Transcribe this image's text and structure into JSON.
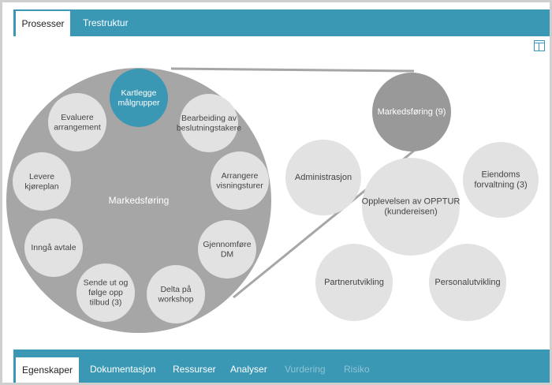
{
  "top_tabs": [
    {
      "label": "Prosesser",
      "active": true
    },
    {
      "label": "Trestruktur",
      "active": false
    }
  ],
  "bottom_tabs": [
    {
      "label": "Egenskaper",
      "active": true,
      "enabled": true
    },
    {
      "label": "Dokumentasjon",
      "active": false,
      "enabled": true
    },
    {
      "label": "Ressurser",
      "active": false,
      "enabled": true
    },
    {
      "label": "Analyser",
      "active": false,
      "enabled": true
    },
    {
      "label": "Vurdering",
      "active": false,
      "enabled": false
    },
    {
      "label": "Risiko",
      "active": false,
      "enabled": false
    }
  ],
  "panel_toggle_icon": "panel-layout-icon",
  "zoomed_process": {
    "label": "Markedsføring",
    "subprocesses": [
      {
        "lines": [
          "Kartlegge",
          "målgrupper"
        ],
        "highlighted": true
      },
      {
        "lines": [
          "Bearbeiding av",
          "beslutningstakere"
        ],
        "highlighted": false
      },
      {
        "lines": [
          "Arrangere",
          "visningsturer"
        ],
        "highlighted": false
      },
      {
        "lines": [
          "Gjennomføre",
          "DM"
        ],
        "highlighted": false
      },
      {
        "lines": [
          "Delta på",
          "workshop"
        ],
        "highlighted": false
      },
      {
        "lines": [
          "Sende ut og",
          "følge opp",
          "tilbud (3)"
        ],
        "highlighted": false
      },
      {
        "lines": [
          "Inngå avtale"
        ],
        "highlighted": false
      },
      {
        "lines": [
          "Levere",
          "kjøreplan"
        ],
        "highlighted": false
      },
      {
        "lines": [
          "Evaluere",
          "arrangement"
        ],
        "highlighted": false
      }
    ]
  },
  "processes": [
    {
      "lines": [
        "Markedsføring (9)"
      ],
      "selected": true
    },
    {
      "lines": [
        "Administrasjon"
      ],
      "selected": false
    },
    {
      "lines": [
        "Opplevelsen av OPPTUR",
        "(kundereisen)"
      ],
      "selected": false
    },
    {
      "lines": [
        "Eiendoms",
        "forvaltning (3)"
      ],
      "selected": false
    },
    {
      "lines": [
        "Partnerutvikling"
      ],
      "selected": false
    },
    {
      "lines": [
        "Personalutvikling"
      ],
      "selected": false
    }
  ],
  "colors": {
    "accent": "#3a98b5",
    "zoom_circle": "#a6a6a6",
    "selected_process": "#999999",
    "bubble": "#e2e2e2",
    "highlight_bubble": "#3a98b5",
    "connector": "#a6a6a6",
    "bubble_text": "#444444",
    "inverse_text": "#ffffff"
  }
}
